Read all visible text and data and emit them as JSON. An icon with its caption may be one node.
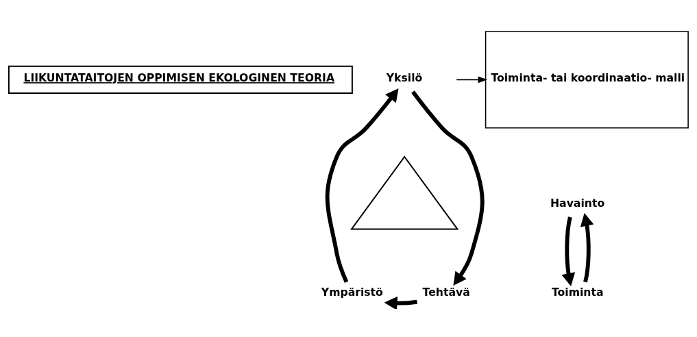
{
  "diagram": {
    "nodes": [
      {
        "text": [
          "LIIKUNTATAITOJEN OPPIMISEN EKOLOGINEN TEORIA"
        ]
      },
      {
        "text": [
          "Yksilö"
        ]
      },
      {
        "text": [],
        "shape": "triangle"
      },
      {
        "text": [
          "Ympäristö"
        ]
      },
      {
        "text": [
          "Tehtävä"
        ]
      },
      {
        "text": [
          "Havainto"
        ]
      },
      {
        "text": [
          "Toiminta"
        ]
      },
      {
        "text": [
          "Toiminta- tai koordinaatio- malli"
        ]
      }
    ],
    "edges": [
      {
        "from": 3,
        "to": 1,
        "arrow": "to"
      },
      {
        "from": 1,
        "to": 4,
        "arrow": "to"
      },
      {
        "from": 4,
        "to": 3,
        "arrow": "to"
      },
      {
        "from": 5,
        "to": 6,
        "arrow": "to"
      },
      {
        "from": 6,
        "to": 5,
        "arrow": "to"
      },
      {
        "from": null,
        "to": 7,
        "arrow": "to"
      }
    ]
  }
}
